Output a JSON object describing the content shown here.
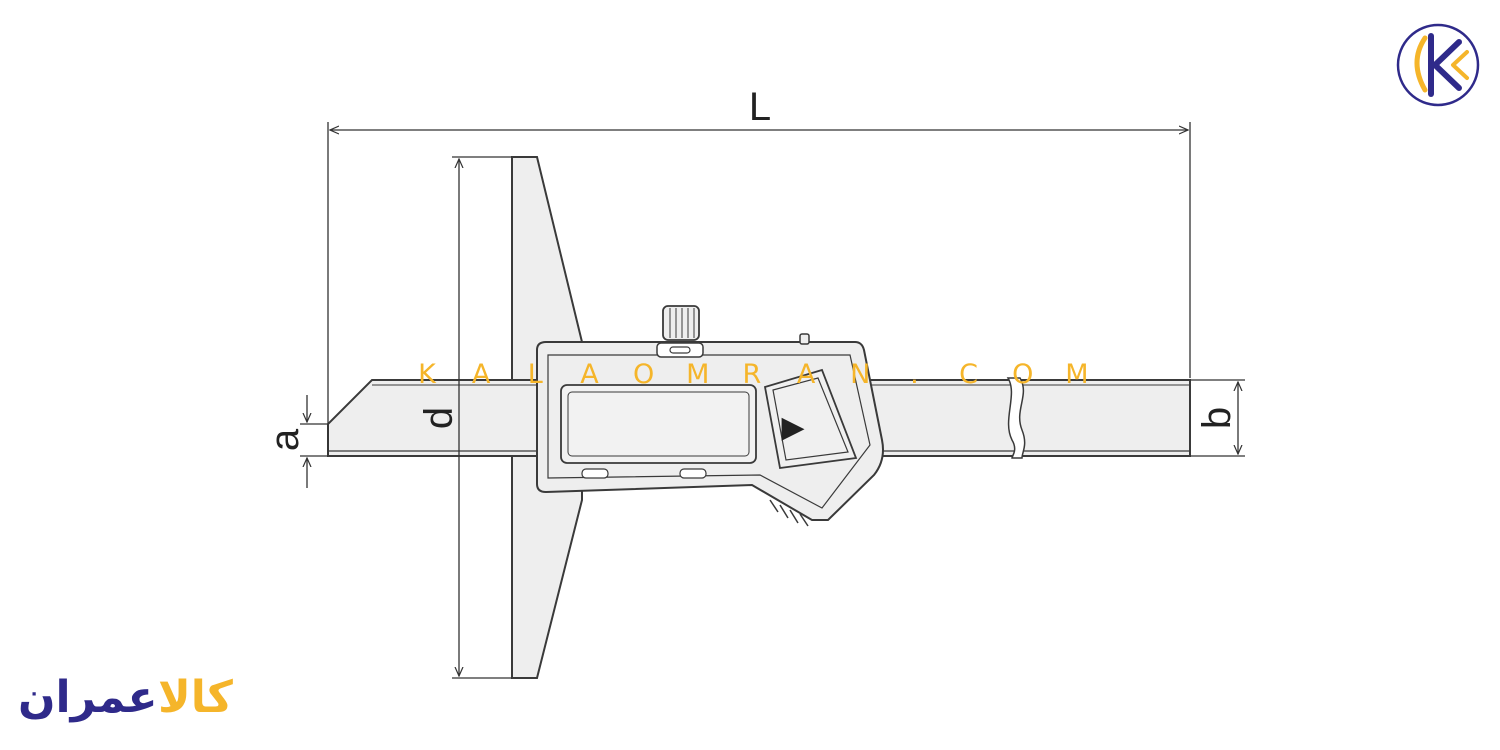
{
  "diagram": {
    "dimension_labels": {
      "length": "L",
      "depth": "d",
      "tip": "a",
      "thickness": "b"
    },
    "display_symbol": "▶"
  },
  "watermark": {
    "text": "KALAOMRAN.COM",
    "color": "#f5b52a"
  },
  "brand": {
    "logo_letter": "K",
    "wordmark_dark": "عمران",
    "wordmark_accent": "کالا",
    "dark_color": "#2f2a8a",
    "accent_color": "#f5b52a"
  },
  "colors": {
    "outline": "#3a3a3a",
    "fill": "#eeeeee"
  }
}
